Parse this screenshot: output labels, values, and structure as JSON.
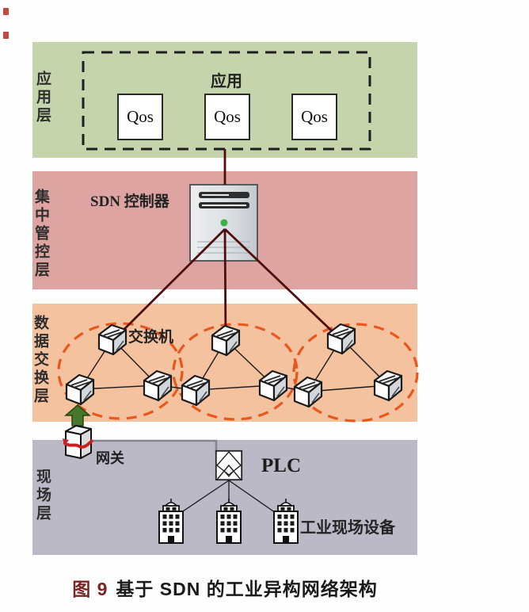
{
  "caption": {
    "prefix": "图 9",
    "title": "基于 SDN 的工业异构网络架构"
  },
  "layers": [
    {
      "label": "应用层"
    },
    {
      "label": "集中管控层"
    },
    {
      "label": "数据交换层"
    },
    {
      "label": "现场层"
    }
  ],
  "application_layer": {
    "group_label": "应用",
    "qos_boxes": [
      "Qos",
      "Qos",
      "Qos"
    ]
  },
  "control_layer": {
    "controller_label": "SDN 控制器"
  },
  "exchange_layer": {
    "switch_label": "交换机"
  },
  "field_layer": {
    "gateway_label": "网关",
    "plc_label": "PLC",
    "devices_label": "工业现场设备"
  },
  "colors": {
    "application_band": "#c5d4ab",
    "control_band": "#dda4a2",
    "exchange_band": "#f4c29e",
    "field_band": "#bab9c5",
    "control_link": "#4f0d0d",
    "domain_ellipse": "#e8571e",
    "uplink_arrow": "#47772b",
    "status_led": "#3fae44",
    "caption_accent": "#7a2424"
  },
  "icons": [
    "server-icon",
    "switch-icon",
    "gateway-icon",
    "plc-icon",
    "building-icon",
    "up-arrow-icon"
  ]
}
